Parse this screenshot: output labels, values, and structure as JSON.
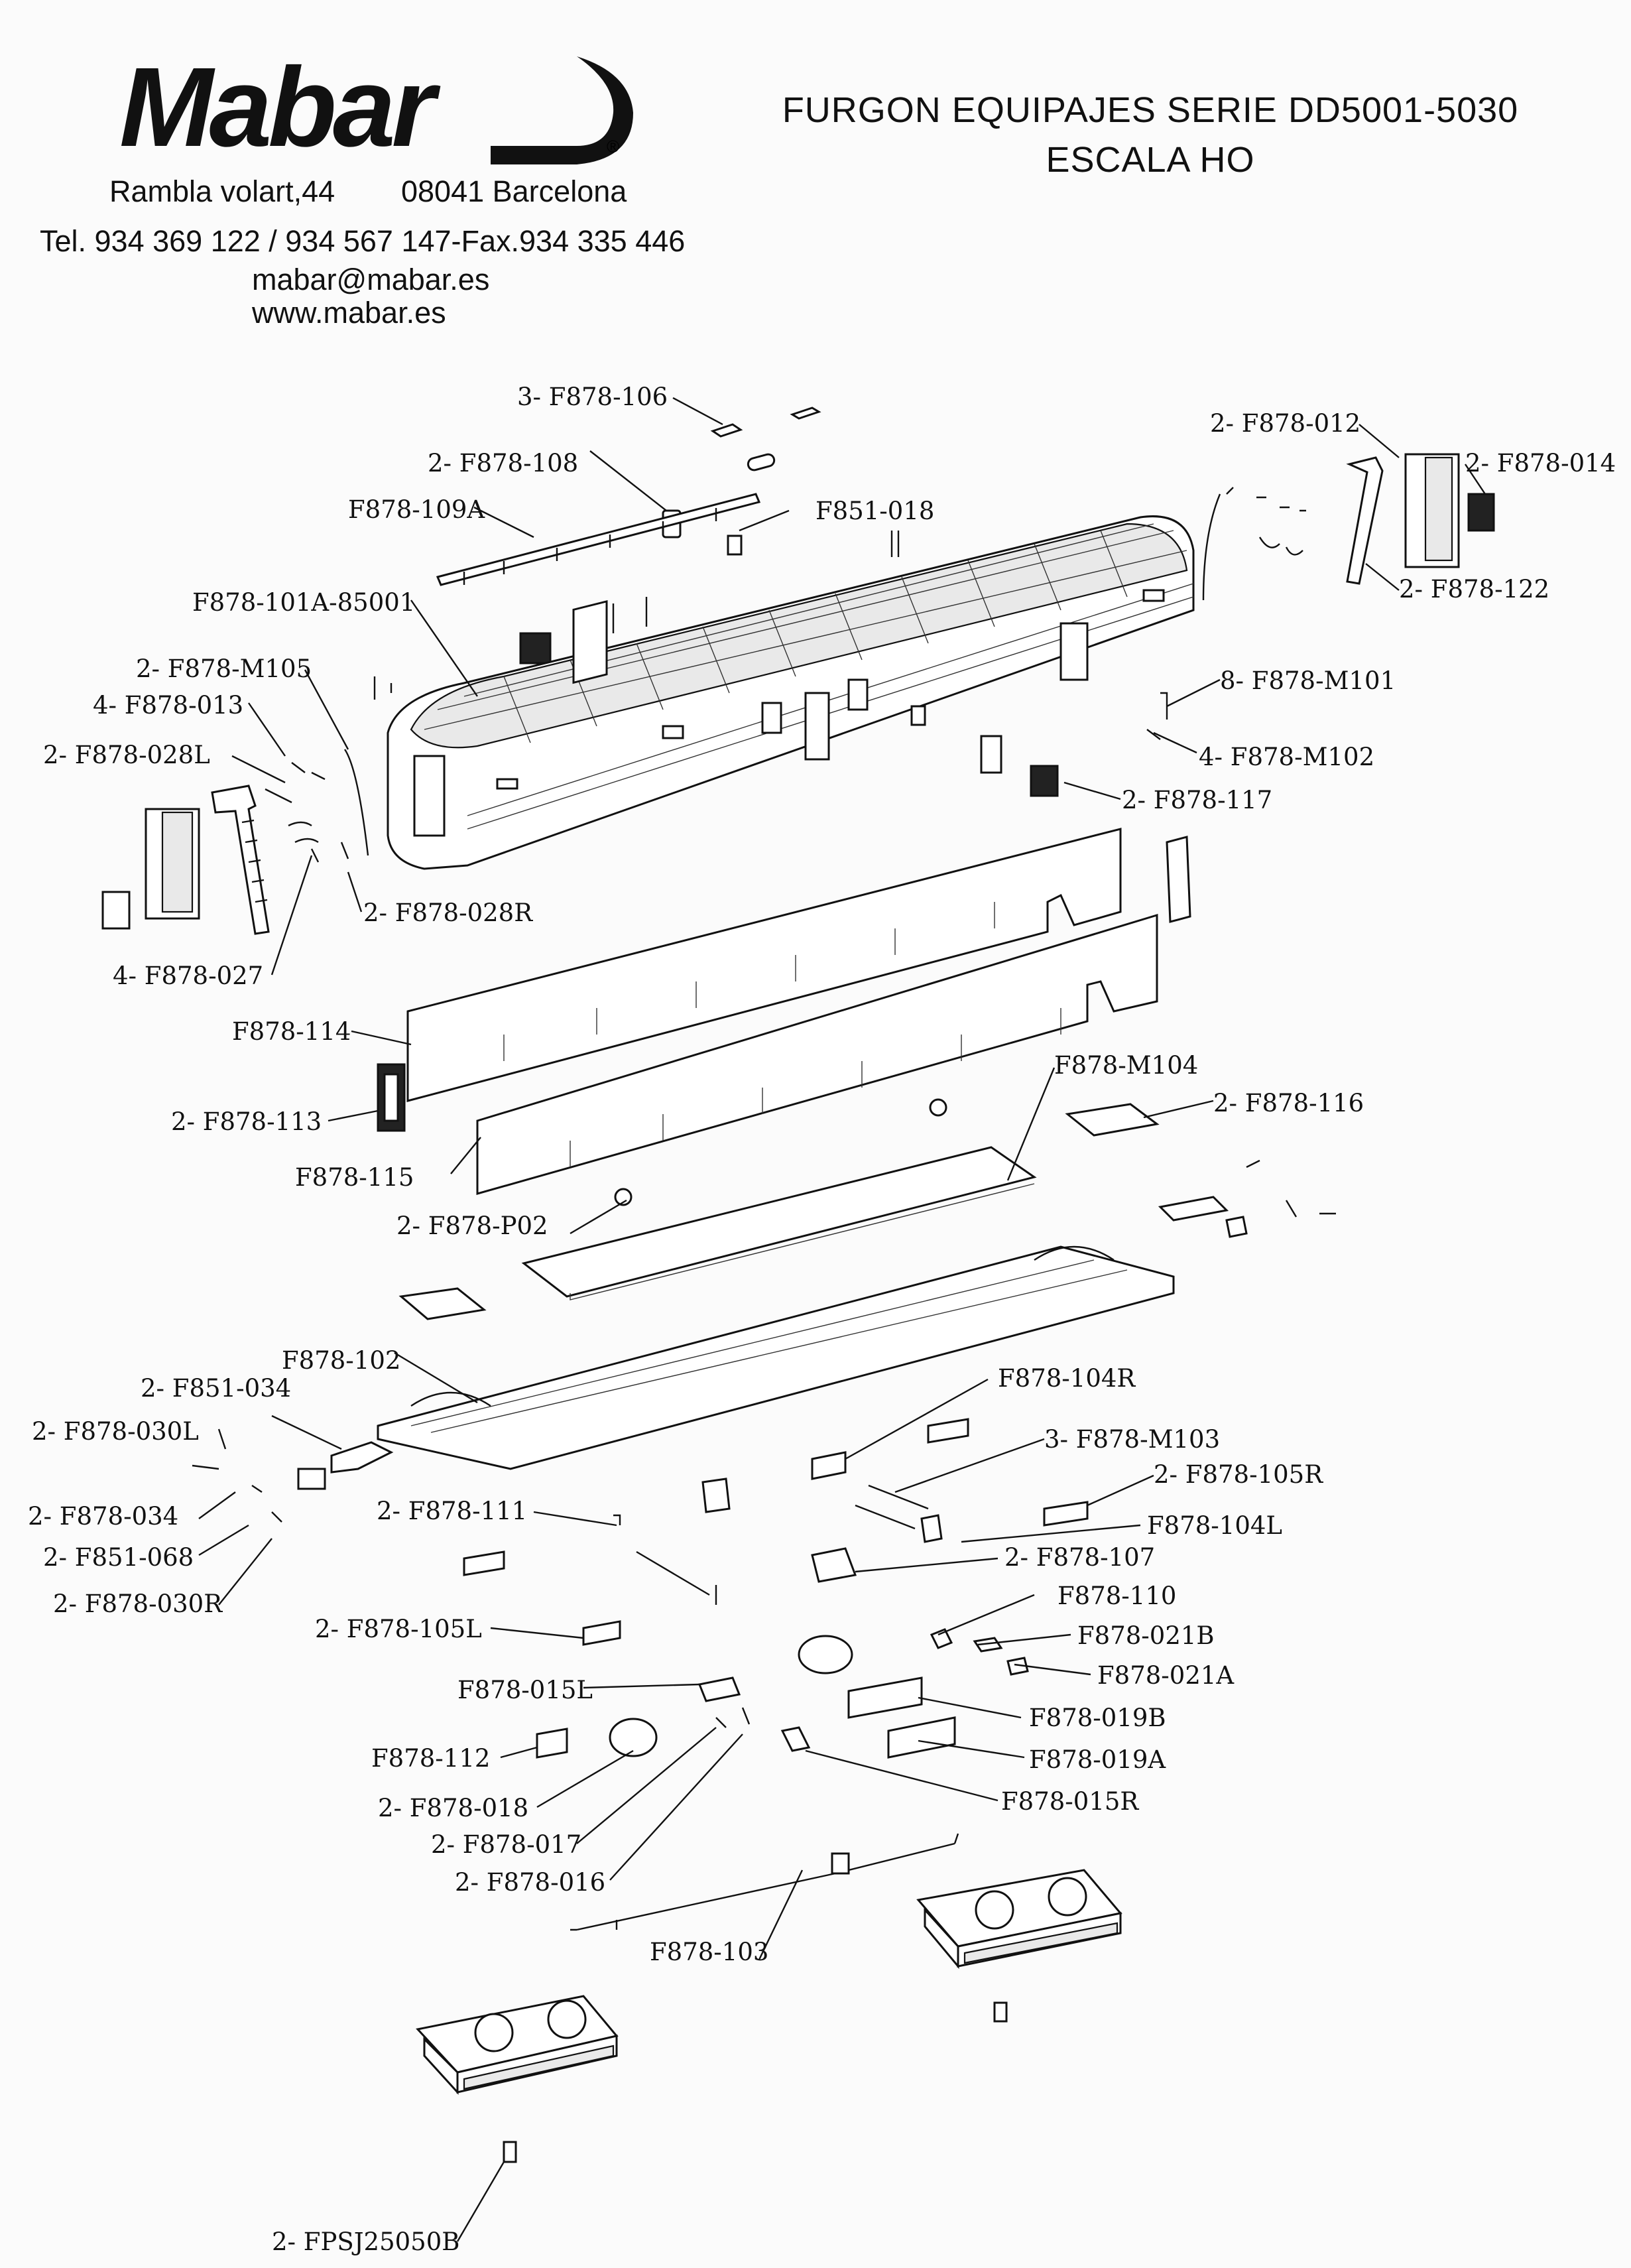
{
  "header": {
    "logo_text": "Mabar",
    "logo_mark": "®",
    "address_street": "Rambla volart,44",
    "address_city": "08041 Barcelona",
    "phone": "Tel. 934 369 122 / 934 567 147-Fax.934 335 446",
    "email": "mabar@mabar.es",
    "web": "www.mabar.es"
  },
  "title": {
    "line1": "FURGON EQUIPAJES SERIE DD5001-5030",
    "line2": "ESCALA HO"
  },
  "labels": [
    "3- F878-106",
    "2- F878-108",
    "F878-109A",
    "F851-018",
    "F878-101A-85001",
    "2- F878-M105",
    "4- F878-013",
    "2- F878-028L",
    "2- F878-028R",
    "4- F878-027",
    "2- F878-012",
    "2- F878-014",
    "2- F878-122",
    "8- F878-M101",
    "4- F878-M102",
    "2- F878-117",
    "F878-114",
    "2- F878-113",
    "F878-115",
    "F878-M104",
    "2- F878-116",
    "2- F878-P02",
    "F878-102",
    "2- F851-034",
    "2- F878-030L",
    "2- F878-034",
    "2- F851-068",
    "2- F878-030R",
    "F878-104R",
    "3- F878-M103",
    "2- F878-105R",
    "2- F878-111",
    "F878-104L",
    "2- F878-107",
    "F878-110",
    "F878-021B",
    "F878-021A",
    "2- F878-105L",
    "F878-015L",
    "F878-019B",
    "F878-112",
    "F878-019A",
    "2- F878-018",
    "F878-015R",
    "2- F878-017",
    "2- F878-016",
    "F878-103",
    "2- FPSJ25050B"
  ],
  "icons": [
    "mabar-logo-swoosh",
    "registered-mark"
  ]
}
